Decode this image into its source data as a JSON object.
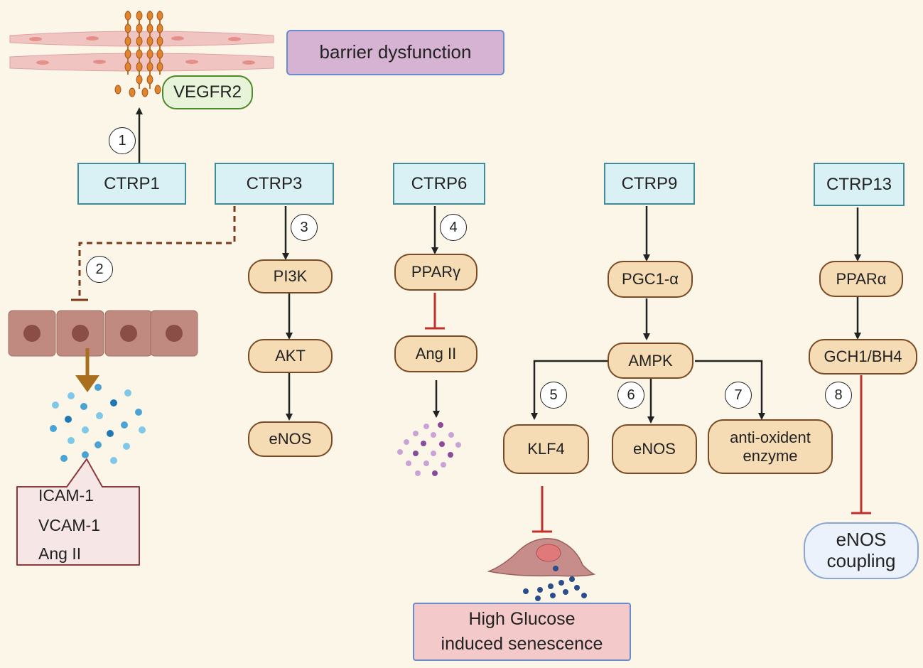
{
  "ctrp": {
    "ctrp1": "CTRP1",
    "ctrp3": "CTRP3",
    "ctrp6": "CTRP6",
    "ctrp9": "CTRP9",
    "ctrp13": "CTRP13"
  },
  "labels": {
    "barrier": "barrier dysfunction",
    "vegfr2": "VEGFR2",
    "pi3k": "PI3K",
    "akt": "AKT",
    "enos_ctrp3": "eNOS",
    "ppar_gamma": "PPARγ",
    "ang_ii": "Ang II",
    "pgc1a": "PGC1-α",
    "ampk": "AMPK",
    "klf4": "KLF4",
    "enos_ctrp9": "eNOS",
    "antioxidant_line1": "anti-oxident",
    "antioxidant_line2": "enzyme",
    "ppar_alpha": "PPARα",
    "gch1": "GCH1/BH4",
    "coupling_line1": "eNOS",
    "coupling_line2": "coupling",
    "senescence_line1": "High Glucose",
    "senescence_line2": "induced senescence"
  },
  "callout": {
    "line1": "ICAM-1",
    "line2": "VCAM-1",
    "line3": "Ang II"
  },
  "steps": [
    "1",
    "2",
    "3",
    "4",
    "5",
    "6",
    "7",
    "8"
  ],
  "colors": {
    "activation_arrow": "#222222",
    "inhibition": "#c0302a",
    "dashed_inhibition": "#7a3a1a",
    "ctrp_box": "#d9f0f5",
    "pill_node": "#f6dcb5"
  }
}
